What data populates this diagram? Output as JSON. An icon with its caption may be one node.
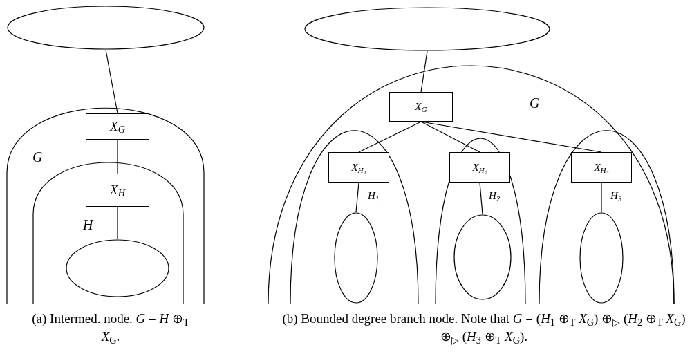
{
  "diagram": {
    "nodes": [
      {
        "text": [],
        "shape": "ellipse"
      },
      {
        "text": [
          "X$_{G}$"
        ]
      },
      {
        "text": [
          "X$_{H}$"
        ]
      },
      {
        "text": [],
        "shape": "ellipse"
      },
      {
        "text": [],
        "shape": "ellipse"
      },
      {
        "text": [
          "X$_{G}$"
        ]
      },
      {
        "text": [
          "X$_{H₁}$"
        ]
      },
      {
        "text": [
          "X$_{H₂}$"
        ]
      },
      {
        "text": [
          "X$_{H₃}$"
        ]
      },
      {
        "text": [],
        "shape": "ellipse"
      },
      {
        "text": [],
        "shape": "ellipse"
      },
      {
        "text": [],
        "shape": "ellipse"
      }
    ],
    "edges": [
      {
        "from": 0,
        "to": 1,
        "arrow": "none"
      },
      {
        "from": 1,
        "to": 2,
        "arrow": "none"
      },
      {
        "from": 2,
        "to": 3,
        "arrow": "none"
      },
      {
        "from": 4,
        "to": 5,
        "arrow": "none"
      },
      {
        "from": 5,
        "to": 6,
        "arrow": "none"
      },
      {
        "from": 5,
        "to": 7,
        "arrow": "none"
      },
      {
        "from": 5,
        "to": 8,
        "arrow": "none"
      },
      {
        "from": 6,
        "to": 9,
        "arrow": "none"
      },
      {
        "from": 7,
        "to": 10,
        "arrow": "none"
      },
      {
        "from": 8,
        "to": 11,
        "arrow": "none"
      }
    ],
    "labels": [
      "G",
      "H",
      "G",
      "H$_{1}$",
      "H$_{2}$",
      "H$_{3}$",
      "(a) Intermed. node. *G* = *H* ⊕$_{T}$ *X*$_{G}$.",
      "(b) Bounded degree branch node. Note that *G* = (*H*$_{1}$ ⊕$_{T}$ *X*$_{G}$) ⊕$_{▷}$ (*H*$_{2}$ ⊕$_{T}$ *X*$_{G}$) ⊕$_{▷}$ (*H*$_{3}$ ⊕$_{T}$ *X*$_{G}$)."
    ]
  }
}
